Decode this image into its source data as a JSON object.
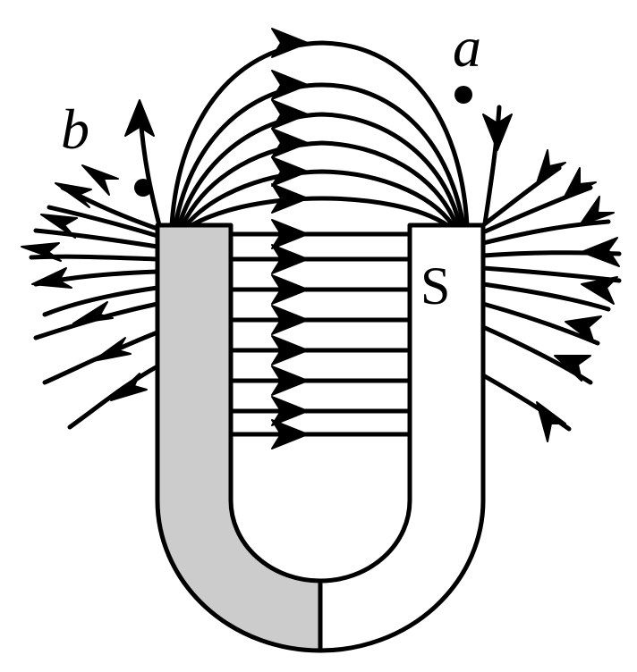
{
  "diagram": {
    "pole_right_label": "S",
    "point_a_label": "a",
    "point_b_label": "b",
    "colors": {
      "north_pole_fill": "#cccccc",
      "south_pole_fill": "#ffffff",
      "line": "#000000"
    }
  }
}
